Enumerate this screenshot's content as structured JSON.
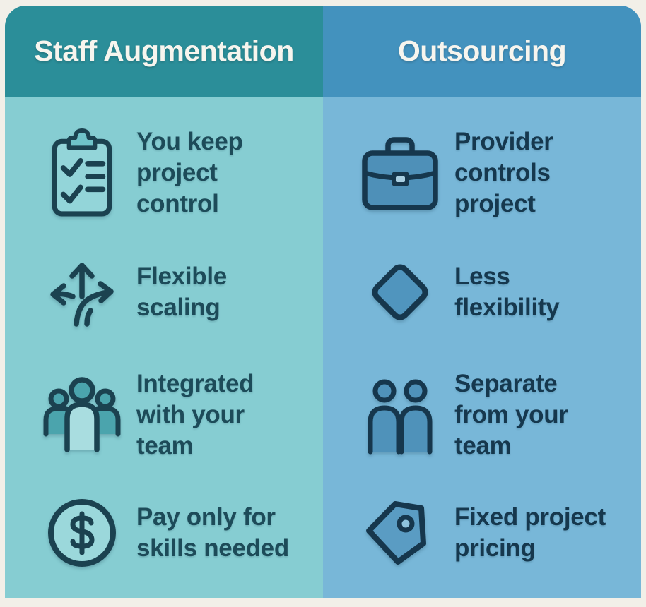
{
  "page": {
    "background_color": "#f2efe8"
  },
  "columns": [
    {
      "id": "staff-augmentation",
      "title": "Staff Augmentation",
      "header_color": "#2b8e99",
      "body_color": "#86cdd2",
      "text_color": "#1d4b59",
      "items": [
        {
          "icon": "clipboard-checklist-icon",
          "lines": [
            "You keep",
            "project",
            "control"
          ]
        },
        {
          "icon": "branch-arrows-icon",
          "lines": [
            "Flexible",
            "scaling"
          ]
        },
        {
          "icon": "team-group-icon",
          "lines": [
            "Integrated",
            "with your",
            "team"
          ]
        },
        {
          "icon": "dollar-circle-icon",
          "lines": [
            "Pay only for",
            "skills needed"
          ]
        }
      ]
    },
    {
      "id": "outsourcing",
      "title": "Outsourcing",
      "header_color": "#4392be",
      "body_color": "#78b7d8",
      "text_color": "#16384e",
      "items": [
        {
          "icon": "briefcase-icon",
          "lines": [
            "Provider",
            "controls",
            "project"
          ]
        },
        {
          "icon": "diamond-icon",
          "lines": [
            "Less",
            "flexibility"
          ]
        },
        {
          "icon": "two-people-icon",
          "lines": [
            "Separate",
            "from your",
            "team"
          ]
        },
        {
          "icon": "price-tag-icon",
          "lines": [
            "Fixed project",
            "pricing"
          ]
        }
      ]
    }
  ]
}
